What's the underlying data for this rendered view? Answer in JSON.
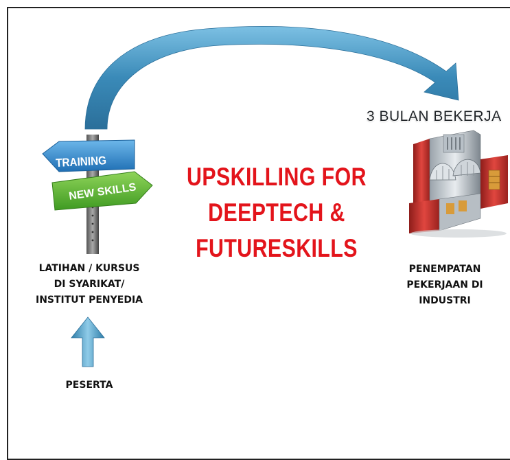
{
  "title_lines": [
    "UPSKILLING FOR",
    "DEEPTECH &",
    "FUTURESKILLS"
  ],
  "duration_label": "3 BULAN BEKERJA",
  "signpost": {
    "top_sign": "TRAINING",
    "bottom_sign": "NEW SKILLS"
  },
  "left_label_lines": [
    "LATIHAN / KURSUS",
    "DI SYARIKAT/",
    "INSTITUT PENYEDIA"
  ],
  "right_label_lines": [
    "PENEMPATAN",
    "PEKERJAAN DI",
    "INDUSTRI"
  ],
  "participant_label": "PESERTA",
  "colors": {
    "title": "#e3141b",
    "arrow": "#3a8ab8",
    "sign_blue": "#2b7fc4",
    "sign_green": "#57b832",
    "factory_red": "#c9302c"
  }
}
